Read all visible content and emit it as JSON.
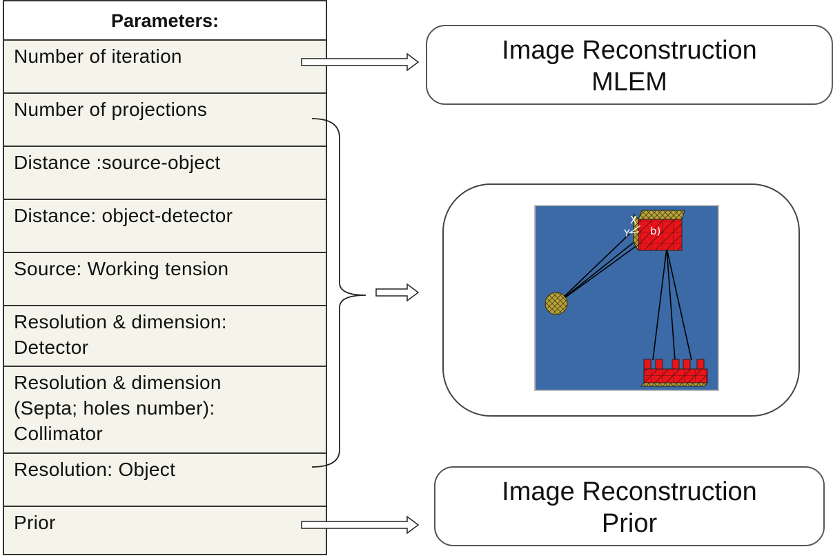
{
  "table": {
    "header": "Parameters:",
    "rows": [
      {
        "lines": [
          "Number of iteration"
        ]
      },
      {
        "lines": [
          "Number of projections"
        ]
      },
      {
        "lines": [
          "Distance :source-object"
        ]
      },
      {
        "lines": [
          "Distance: object-detector"
        ]
      },
      {
        "lines": [
          "Source: Working tension"
        ]
      },
      {
        "lines": [
          "Resolution & dimension:",
          "Detector"
        ]
      },
      {
        "lines": [
          "Resolution & dimension",
          "(Septa; holes number):",
          "Collimator"
        ]
      },
      {
        "lines": [
          "Resolution: Object"
        ]
      },
      {
        "lines": [
          "Prior"
        ]
      }
    ]
  },
  "boxes": {
    "top": {
      "line1": "Image Reconstruction",
      "line2": "MLEM"
    },
    "bottom": {
      "line1": "Image Reconstruction",
      "line2": "Prior"
    }
  },
  "simulation": {
    "axis_x": "X",
    "axis_y": "Y",
    "axis_z": "b)",
    "colors": {
      "background": "#3b6aa6",
      "voxel": "#e8141a",
      "mesh": "#b8a43a"
    }
  }
}
